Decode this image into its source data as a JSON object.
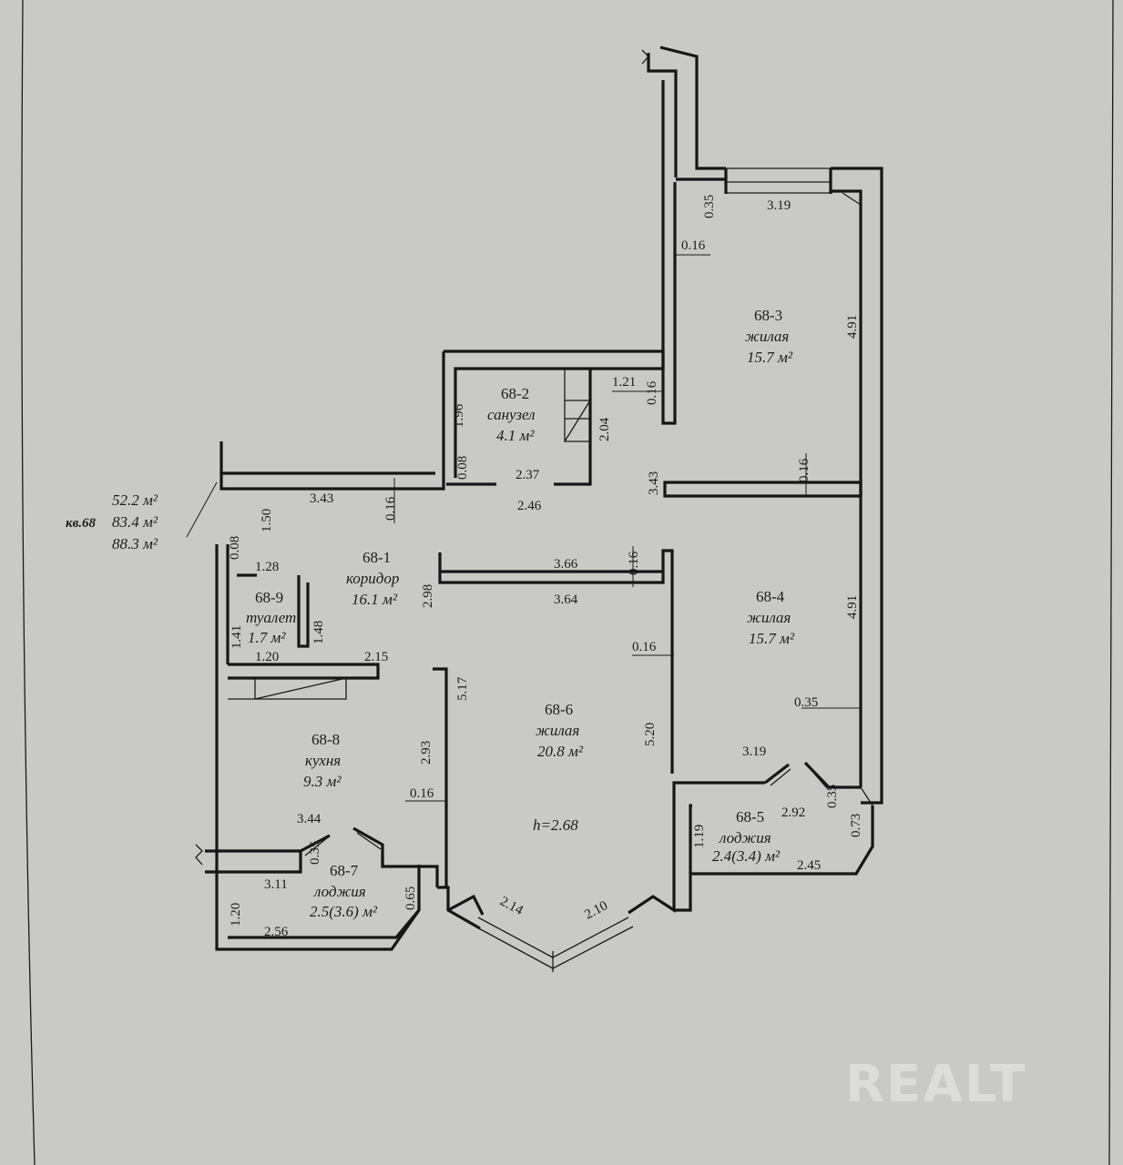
{
  "totals": {
    "apartment": "кв.68",
    "living": "52.2 м²",
    "total": "83.4 м²",
    "with_loggia": "88.3 м²"
  },
  "rooms": [
    {
      "id": "68-1",
      "name": "коридор",
      "area": "16.1 м²"
    },
    {
      "id": "68-2",
      "name": "санузел",
      "area": "4.1 м²"
    },
    {
      "id": "68-3",
      "name": "жилая",
      "area": "15.7 м²"
    },
    {
      "id": "68-4",
      "name": "жилая",
      "area": "15.7 м²"
    },
    {
      "id": "68-5",
      "name": "лоджия",
      "area": "2.4(3.4) м²"
    },
    {
      "id": "68-6",
      "name": "жилая",
      "area": "20.8 м²"
    },
    {
      "id": "68-7",
      "name": "лоджия",
      "area": "2.5(3.6) м²"
    },
    {
      "id": "68-8",
      "name": "кухня",
      "area": "9.3 м²"
    },
    {
      "id": "68-9",
      "name": "туалет",
      "area": "1.7 м²"
    }
  ],
  "height": "h=2.68",
  "dimensions": {
    "d_0_35_top": "0.35",
    "d_3_19_top": "3.19",
    "d_0_16_a": "0.16",
    "d_4_91_a": "4.91",
    "d_1_21": "1.21",
    "d_0_16_b": "0.16",
    "d_1_96": "1.96",
    "d_2_04": "2.04",
    "d_0_08_a": "0.08",
    "d_2_37": "2.37",
    "d_2_46": "2.46",
    "d_3_43_a": "3.43",
    "d_0_16_c": "0.16",
    "d_3_43_b": "3.43",
    "d_0_16_d": "0.16",
    "d_1_50": "1.50",
    "d_0_08_b": "0.08",
    "d_1_28": "1.28",
    "d_2_98": "2.98",
    "d_3_66": "3.66",
    "d_0_16_e": "0.16",
    "d_3_64": "3.64",
    "d_4_91_b": "4.91",
    "d_1_41": "1.41",
    "d_1_48": "1.48",
    "d_0_16_f": "0.16",
    "d_1_20_a": "1.20",
    "d_2_15": "2.15",
    "d_5_17": "5.17",
    "d_5_20": "5.20",
    "d_0_35_b": "0.35",
    "d_2_93": "2.93",
    "d_3_19_b": "3.19",
    "d_0_16_g": "0.16",
    "d_0_35_c": "0.35",
    "d_2_92": "2.92",
    "d_0_73": "0.73",
    "d_1_19": "1.19",
    "d_2_45": "2.45",
    "d_3_44": "3.44",
    "d_0_35_d": "0.35",
    "d_3_11": "3.11",
    "d_0_65": "0.65",
    "d_2_14": "2.14",
    "d_2_10": "2.10",
    "d_1_20_b": "1.20",
    "d_2_56": "2.56"
  },
  "watermark": "REALT",
  "colors": {
    "paper": "#c9cac6",
    "ink": "#161616"
  }
}
